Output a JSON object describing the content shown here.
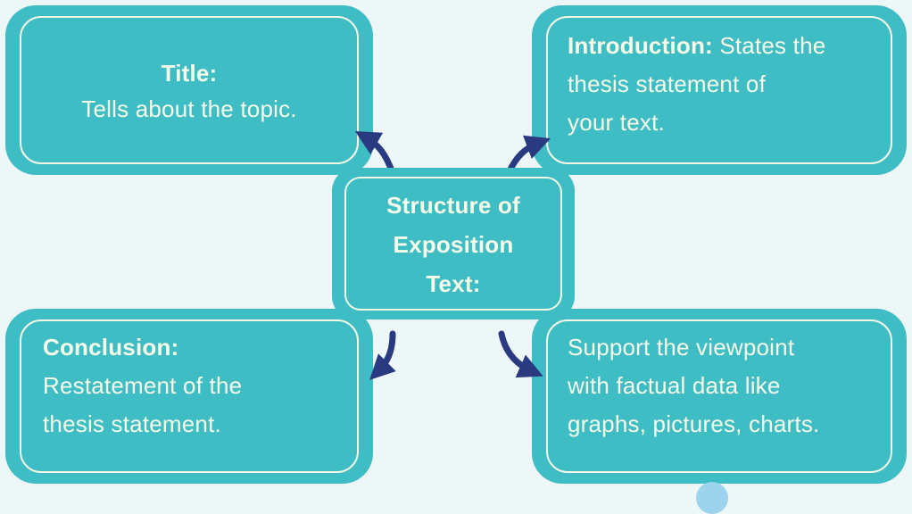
{
  "title_card": {
    "heading": "Title:",
    "body": "Tells about the topic."
  },
  "intro_card": {
    "heading": "Introduction:",
    "line1_rest": " States the",
    "line2": "thesis statement of",
    "line3": "your text."
  },
  "center_card": {
    "line1": "Structure of",
    "line2": "Exposition",
    "line3": "Text:"
  },
  "conclusion_card": {
    "heading": "Conclusion:",
    "line2": "Restatement of the",
    "line3": "thesis statement."
  },
  "support_card": {
    "line1": "Support the viewpoint",
    "line2": "with factual data like",
    "line3": "graphs, pictures, charts."
  },
  "colors": {
    "card": "#3fbdc4",
    "text": "#f7fbe8",
    "arrow": "#2a3a80",
    "background": "#eef7f8"
  }
}
